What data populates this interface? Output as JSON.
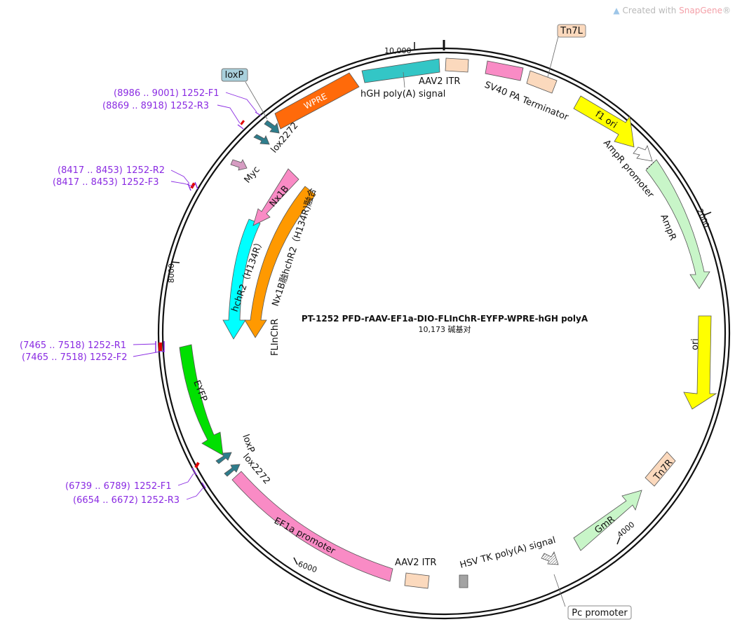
{
  "watermark": {
    "prefix": "Created with ",
    "brand": "SnapGene",
    "mark": "®"
  },
  "plasmid": {
    "name": "PT-1252   PFD-rAAV-EF1a-DIO-FLInChR-EYFP-WPRE-hGH polyA",
    "size_text": "10,173 碱基对"
  },
  "ticks": [
    {
      "label": "10,000"
    },
    {
      "label": "2000"
    },
    {
      "label": "4000"
    },
    {
      "label": "6000"
    },
    {
      "label": "8000"
    }
  ],
  "features": [
    {
      "name": "WPRE",
      "color": "#ff6a0a"
    },
    {
      "name": "hGH poly(A) signal",
      "color": "#33c6c6"
    },
    {
      "name": "AAV2 ITR",
      "color": "#fbd9bd"
    },
    {
      "name": "SV40 PA Terminator",
      "color": "#f98bc5"
    },
    {
      "name": "Tn7L",
      "color": "#fbd9bd"
    },
    {
      "name": "f1 ori",
      "color": "#ffff00"
    },
    {
      "name": "AmpR promoter",
      "color": "#ffffff"
    },
    {
      "name": "AmpR",
      "color": "#c8f5c8"
    },
    {
      "name": "ori",
      "color": "#ffff00"
    },
    {
      "name": "Tn7R",
      "color": "#fbd9bd"
    },
    {
      "name": "GmR",
      "color": "#c8f5c8"
    },
    {
      "name": "Pc promoter",
      "color": "#ffffff"
    },
    {
      "name": "HSV TK poly(A) signal",
      "color": "#a3a3a3"
    },
    {
      "name": "AAV2 ITR",
      "color": "#fbd9bd"
    },
    {
      "name": "EF1a promoter",
      "color": "#f98bc5"
    },
    {
      "name": "EYFP",
      "color": "#00e000"
    },
    {
      "name": "hchR2（H134R）",
      "color": "#00ffff"
    },
    {
      "name": "Nx1B",
      "color": "#f98bc5"
    },
    {
      "name": "Nx1B融hchR2（H134R)融合",
      "color": "#ff9900"
    },
    {
      "name": "FLInChR",
      "color": "#ff9900"
    },
    {
      "name": "Myc",
      "color": "#d69cc2"
    },
    {
      "name": "loxP",
      "color": "#2e7d8c"
    },
    {
      "name": "lox2272",
      "color": "#2e7d8c"
    }
  ],
  "primers": [
    {
      "range": "(8986 .. 9001)",
      "name": "1252-F1"
    },
    {
      "range": "(8869 .. 8918)",
      "name": "1252-R3"
    },
    {
      "range": "(8417 .. 8453)",
      "name": "1252-R2"
    },
    {
      "range": "(8417 .. 8453)",
      "name": "1252-F3"
    },
    {
      "range": "(7465 .. 7518)",
      "name": "1252-R1"
    },
    {
      "range": "(7465 .. 7518)",
      "name": "1252-F2"
    },
    {
      "range": "(6739 .. 6789)",
      "name": "1252-F1"
    },
    {
      "range": "(6654 .. 6672)",
      "name": "1252-R3"
    }
  ],
  "colors": {
    "primer": "#8a2be2",
    "site": "#e00000",
    "backbone": "#111111"
  }
}
